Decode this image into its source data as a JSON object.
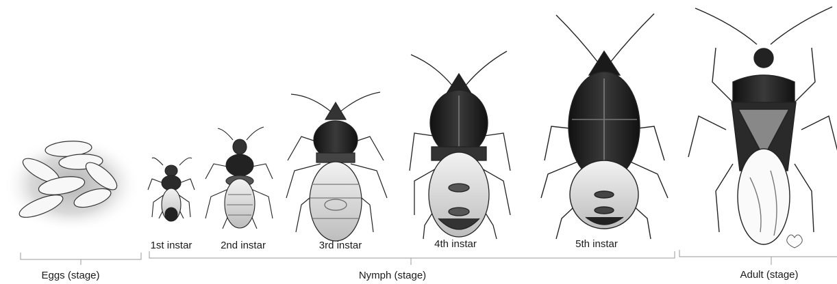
{
  "instars": [
    "1st instar",
    "2nd instar",
    "3rd instar",
    "4th instar",
    "5th instar"
  ],
  "groups": {
    "eggs": "Eggs (stage)",
    "nymph": "Nymph (stage)",
    "adult": "Adult (stage)"
  }
}
